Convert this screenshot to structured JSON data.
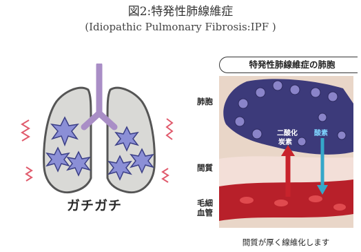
{
  "title": {
    "line1": "図2:特発性肺線維症",
    "line2": "(Idiopathic Pulmonary Fibrosis:IPF )"
  },
  "left_figure": {
    "caption": "ガチガチ"
  },
  "right_figure": {
    "header": "特発性肺線維症の肺胞",
    "labels": {
      "alveolus": "肺胞",
      "interstitium": "間質",
      "capillary_line1": "毛細",
      "capillary_line2": "血管"
    },
    "gas_labels": {
      "co2_line1": "二酸化",
      "co2_line2": "炭素",
      "oxygen": "酸素"
    },
    "caption": "間質が厚く線維化します"
  },
  "colors": {
    "lung_fill": "#d9d9d6",
    "lung_outline": "#555555",
    "fibrosis_star": "#8b8fd6",
    "trachea": "#a98ec6",
    "vibration_lines": "#e05a6c",
    "co2_arrow": "#c8232c",
    "o2_arrow": "#35a7c9"
  }
}
